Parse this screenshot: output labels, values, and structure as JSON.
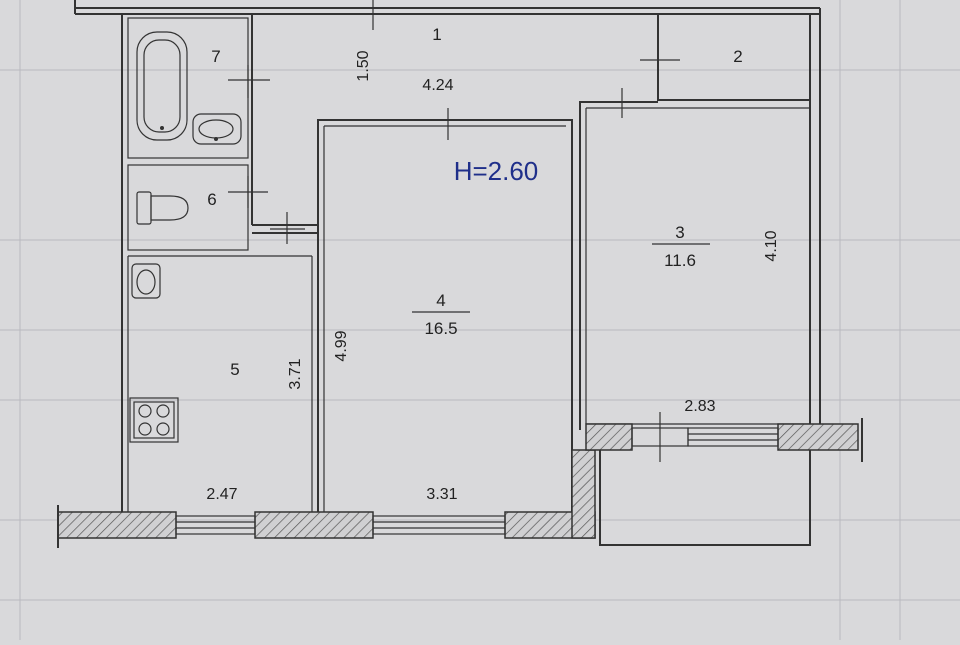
{
  "plan": {
    "height_label": "H=2.60",
    "rooms": [
      {
        "number": "1"
      },
      {
        "number": "2"
      },
      {
        "number": "3",
        "area": "11.6"
      },
      {
        "number": "4",
        "area": "16.5"
      },
      {
        "number": "5"
      },
      {
        "number": "6"
      },
      {
        "number": "7"
      }
    ],
    "dimensions": {
      "corridor_width": "1.50",
      "corridor_length": "4.24",
      "room3_depth": "4.10",
      "room3_width": "2.83",
      "room4_depth": "4.99",
      "room4_width": "3.31",
      "kitchen_depth": "3.71",
      "kitchen_width": "2.47"
    }
  },
  "colors": {
    "paper": "#d9d9db",
    "ink": "#333333",
    "height_label": "#1f2f8a"
  }
}
